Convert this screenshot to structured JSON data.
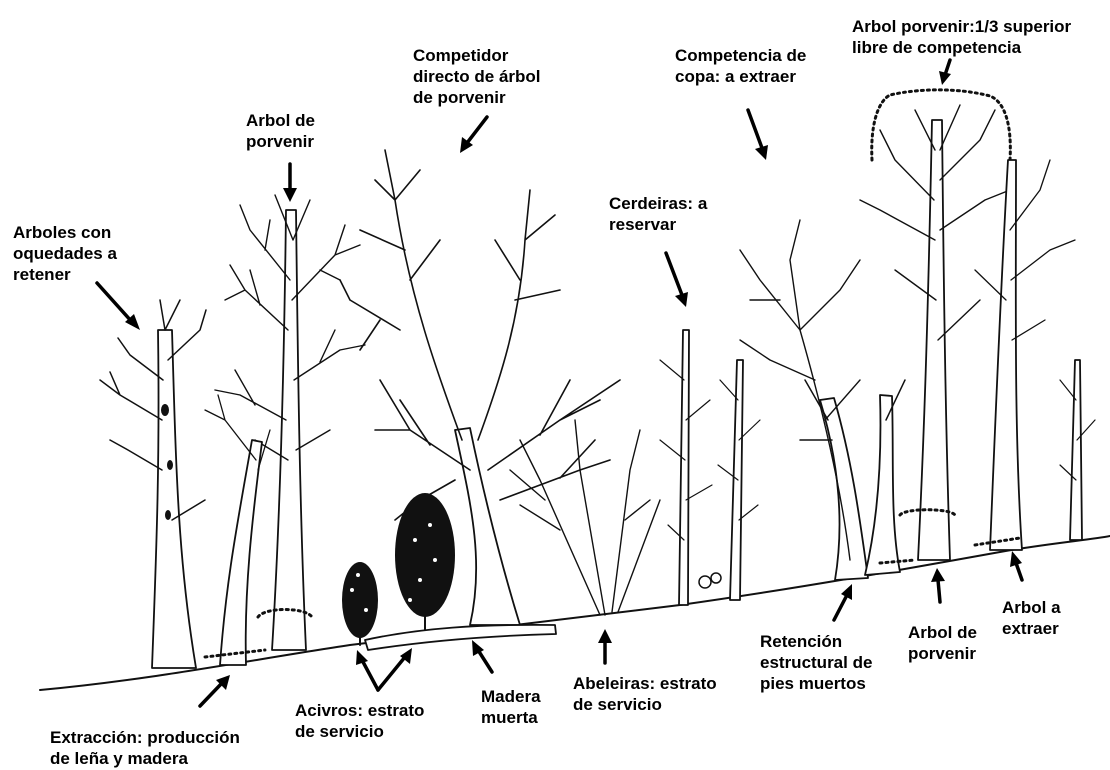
{
  "labels": {
    "arboles_oquedades": "Arboles con\noquedades a\nretener",
    "arbol_porvenir_top": "Arbol de\nporvenir",
    "competidor": "Competidor\ndirecto de árbol\nde porvenir",
    "cerdeiras": "Cerdeiras: a\nreservar",
    "competencia_copa": "Competencia de\ncopa: a extraer",
    "arbol_porvenir_13": "Arbol porvenir:1/3 superior\nlibre de competencia",
    "extraccion": "Extracción: producción\nde leña y madera",
    "acivros": "Acivros: estrato\nde servicio",
    "madera_muerta": "Madera\nmuerta",
    "abeleiras": "Abeleiras: estrato\nde servicio",
    "retencion": "Retención\nestructural de\npies muertos",
    "arbol_porvenir_bottom": "Arbol de\nporvenir",
    "arbol_extraer": "Arbol a\nextraer"
  }
}
